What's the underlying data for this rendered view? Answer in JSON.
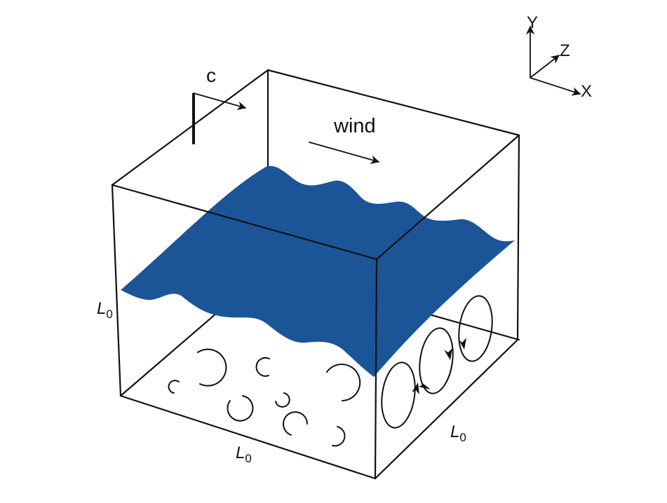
{
  "labels": {
    "c": "c",
    "wind": "wind",
    "length_symbol": "L",
    "length_subscript": "0",
    "axis_x": "X",
    "axis_y": "Y",
    "axis_z": "Z"
  },
  "colors": {
    "water_surface": "#1c5597",
    "lines": "#111111"
  }
}
